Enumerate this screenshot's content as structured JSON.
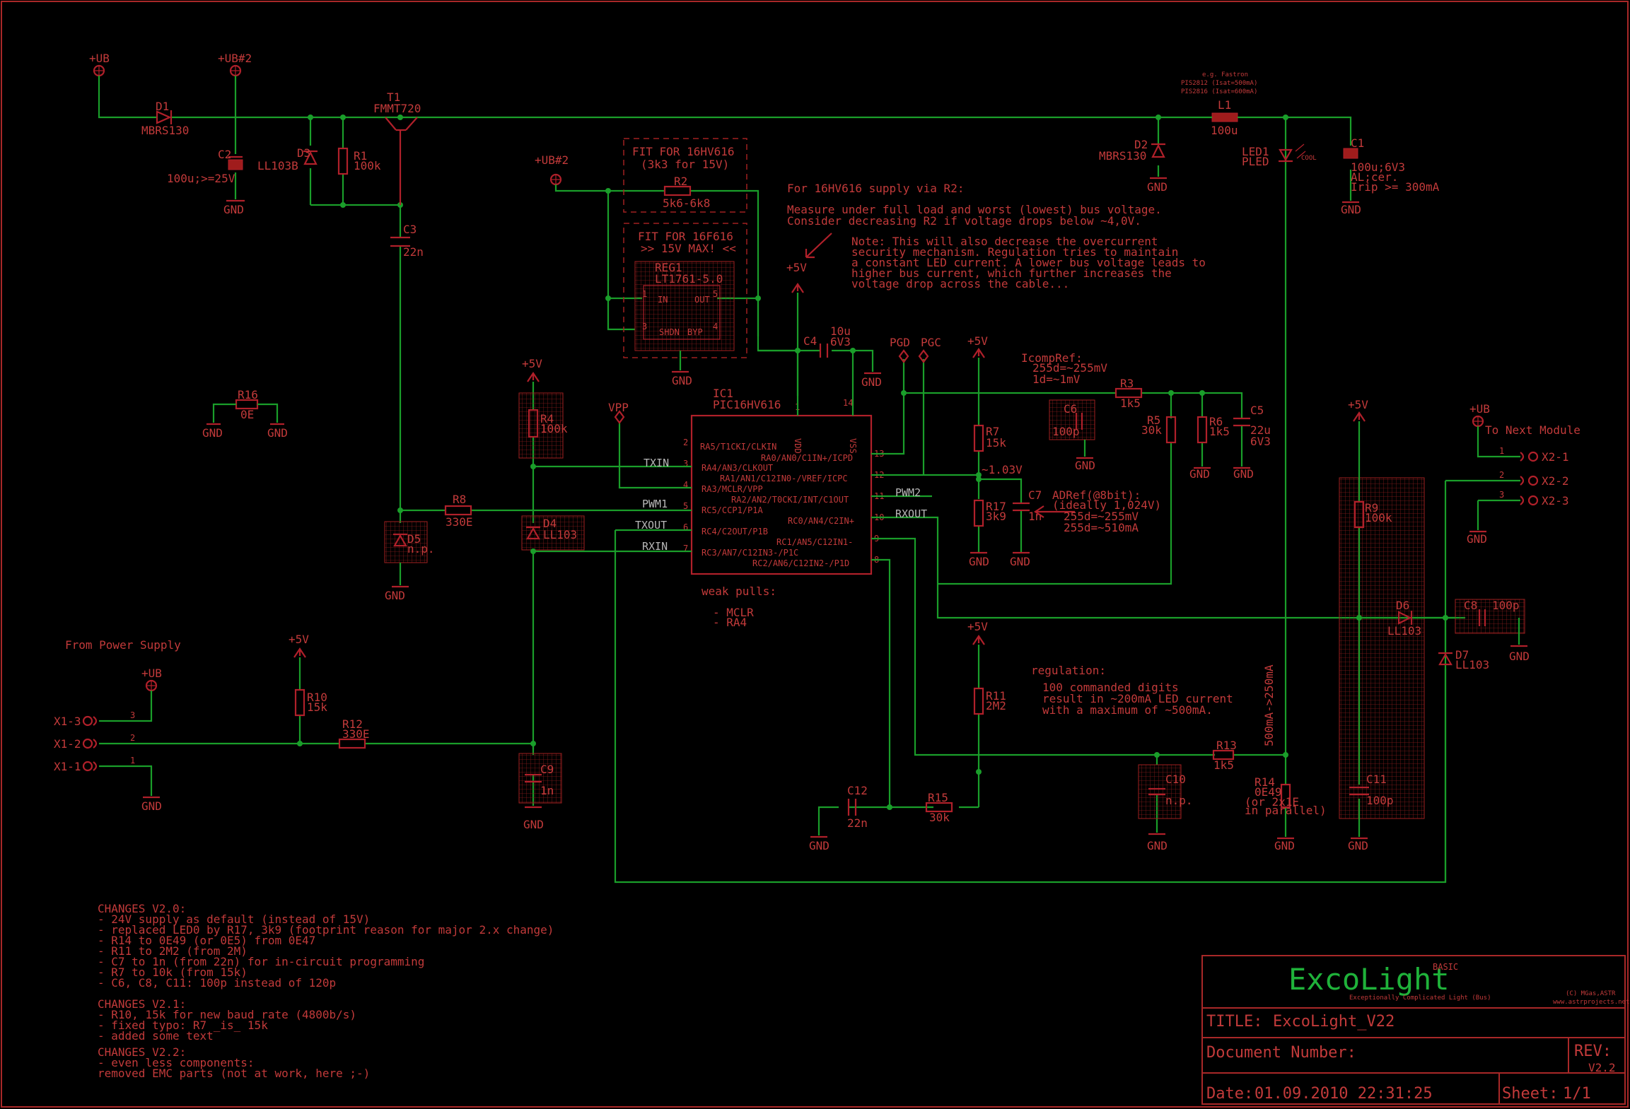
{
  "components": {
    "d1": {
      "name": "D1",
      "value": "MBRS130"
    },
    "c2": {
      "name": "C2",
      "value": "100u;>=25V"
    },
    "d3": {
      "name": "D3",
      "value": "LL103B"
    },
    "r1": {
      "name": "R1",
      "value": "100k"
    },
    "t1": {
      "name": "T1",
      "value": "FMMT720"
    },
    "c3": {
      "name": "C3",
      "value": "22n"
    },
    "r2": {
      "name": "R2",
      "value": "5k6-6k8"
    },
    "reg1": {
      "name": "REG1",
      "value": "LT1761-5.0",
      "pins": [
        "IN",
        "OUT",
        "SHDN",
        "BYP"
      ],
      "pin_numbers": [
        "1",
        "5",
        "3",
        "4"
      ]
    },
    "c4": {
      "name": "C4",
      "value": "10u",
      "value2": "6V3"
    },
    "ic1": {
      "name": "IC1",
      "value": "PIC16HV616",
      "left_pins": [
        {
          "num": "2",
          "label": "RA5/T1CKI/CLKIN"
        },
        {
          "num": "3",
          "label": "RA4/AN3/CLKOUT"
        },
        {
          "num": "4",
          "label": "RA3/MCLR/VPP"
        },
        {
          "num": "5",
          "label": "RC5/CCP1/P1A"
        },
        {
          "num": "6",
          "label": "RC4/C2OUT/P1B"
        },
        {
          "num": "7",
          "label": "RC3/AN7/C12IN3-/P1C"
        }
      ],
      "right_pins": [
        {
          "num": "13",
          "label": "RA0/AN0/C1IN+/ICPD"
        },
        {
          "num": "12",
          "label": "RA1/AN1/C12IN0-/VREF/ICPC"
        },
        {
          "num": "11",
          "label": "RA2/AN2/T0CKI/INT/C1OUT"
        },
        {
          "num": "10",
          "label": "RC0/AN4/C2IN+"
        },
        {
          "num": "9",
          "label": "RC1/AN5/C12IN1-"
        },
        {
          "num": "8",
          "label": "RC2/AN6/C12IN2-/P1D"
        }
      ],
      "vdd": "VDD",
      "vss": "VSS",
      "vdd_pin": "1",
      "vss_pin": "14"
    },
    "r16": {
      "name": "R16",
      "value": "0E"
    },
    "r4": {
      "name": "R4",
      "value": "100k"
    },
    "r8": {
      "name": "R8",
      "value": "330E"
    },
    "d5": {
      "name": "D5",
      "value": "n.p."
    },
    "d4": {
      "name": "D4",
      "value": "LL103"
    },
    "r10": {
      "name": "R10",
      "value": "15k"
    },
    "r12": {
      "name": "R12",
      "value": "330E"
    },
    "c9": {
      "name": "C9",
      "value": "1n"
    },
    "r7": {
      "name": "R7",
      "value": "15k"
    },
    "r17": {
      "name": "R17",
      "value": "3k9"
    },
    "c7": {
      "name": "C7",
      "value": "1n"
    },
    "c6": {
      "name": "C6",
      "value": "100p"
    },
    "r3": {
      "name": "R3",
      "value": "1k5"
    },
    "r5": {
      "name": "R5",
      "value": "30k"
    },
    "r6": {
      "name": "R6",
      "value": "1k5"
    },
    "c5": {
      "name": "C5",
      "value": "22u",
      "value2": "6V3"
    },
    "r11": {
      "name": "R11",
      "value": "2M2"
    },
    "c12": {
      "name": "C12",
      "value": "22n"
    },
    "r15": {
      "name": "R15",
      "value": "30k"
    },
    "c10": {
      "name": "C10",
      "value": "n.p."
    },
    "r13": {
      "name": "R13",
      "value": "1k5"
    },
    "r14": {
      "name": "R14",
      "value": "0E49",
      "note1": "(or 2x1E",
      "note2": "in parallel)"
    },
    "d2": {
      "name": "D2",
      "value": "MBRS130"
    },
    "l1": {
      "name": "L1",
      "value": "100u",
      "note1": "e.g. Fastron",
      "note2": "PIS2812 (Isat=500mA)",
      "note3": "PIS2816 (Isat=600mA)"
    },
    "led1": {
      "name": "LED1",
      "value": "PLED",
      "tag": "COOL"
    },
    "c1": {
      "name": "C1",
      "value": "100u;6V3",
      "note1": "AL;cer.",
      "note2": "Irip >= 300mA"
    },
    "r9": {
      "name": "R9",
      "value": "100k"
    },
    "d6": {
      "name": "D6",
      "value": "LL103"
    },
    "c8": {
      "name": "C8",
      "value": "100p"
    },
    "d7": {
      "name": "D7",
      "value": "LL103"
    },
    "c11": {
      "name": "C11",
      "value": "100p"
    }
  },
  "supplies": {
    "ub": "+UB",
    "ub2": "+UB#2",
    "v5": "+5V",
    "gnd": "GND",
    "vpp": "VPP",
    "pgd": "PGD",
    "pgc": "PGC"
  },
  "nets": {
    "txin": "TXIN",
    "pwm1": "PWM1",
    "txout": "TXOUT",
    "rxin": "RXIN",
    "pwm2": "PWM2",
    "rxout": "RXOUT"
  },
  "connectors": {
    "left": [
      {
        "name": "X1-3",
        "pin": "3"
      },
      {
        "name": "X1-2",
        "pin": "2"
      },
      {
        "name": "X1-1",
        "pin": "1"
      }
    ],
    "right": [
      {
        "name": "X2-1",
        "pin": "1"
      },
      {
        "name": "X2-2",
        "pin": "2"
      },
      {
        "name": "X2-3",
        "pin": "3"
      }
    ]
  },
  "notes": {
    "fit_hv": [
      "FIT FOR 16HV616",
      "(3k3 for 15V)"
    ],
    "fit_f": [
      "FIT FOR 16F616",
      ">> 15V MAX! <<"
    ],
    "supply_note": [
      "For 16HV616 supply via R2:",
      "",
      "Measure under full load and worst (lowest) bus voltage.",
      "Consider decreasing R2 if voltage drops below ~4,0V.",
      "",
      "Note: This will also decrease the overcurrent",
      "security mechanism. Regulation tries to maintain",
      "a constant LED current. A lower bus voltage leads to",
      "higher bus current, which further increases the",
      "voltage drop across the cable..."
    ],
    "icomp": [
      "IcompRef:",
      "255d=~255mV",
      "1d=~1mV"
    ],
    "adref": [
      "ADRef(@8bit):",
      "(ideally 1,024V)",
      "255d=~255mV",
      "255d=~510mA"
    ],
    "v103": "~1.03V",
    "weak": [
      "weak pulls:",
      "- MCLR",
      "- RA4"
    ],
    "from_ps": "From Power Supply",
    "next": "To Next Module",
    "regulation": [
      "regulation:",
      "100 commanded digits",
      "result in ~200mA LED current",
      "with a maximum of ~500mA."
    ],
    "ma_range": "500mA->250mA",
    "changes": [
      "CHANGES V2.0:",
      "  - 24V supply as default (instead of 15V)",
      "  - replaced LED0 by R17, 3k9 (footprint reason for major 2.x change)",
      "  - R14 to 0E49 (or 0E5) from 0E47",
      "  - R11 to 2M2 (from 2M)",
      "  - C7 to 1n (from 22n) for in-circuit programming",
      "  - R7 to 10k (from 15k)",
      "  - C6, C8, C11: 100p instead of 120p",
      "",
      "CHANGES V2.1:",
      "  - R10, 15k for new baud rate (4800b/s)",
      "  - fixed typo: R7 _is_ 15k",
      "  - added some text",
      "",
      "CHANGES V2.2:",
      "  - even less components:",
      "    removed EMC parts (not at work, here ;-)"
    ]
  },
  "title_block": {
    "logo": "ExcoLight",
    "logo_sup": "BASIC",
    "tagline": "Exceptionally   Complicated Light (Bus)",
    "copy1": "(C) MGas,ASTR",
    "copy2": "www.astrprojects.net",
    "title_label": "TITLE:",
    "title": "ExcoLight_V22",
    "doc_label": "Document Number:",
    "rev_label": "REV:",
    "rev": "V2.2",
    "date_label": "Date:",
    "date": "01.09.2010 22:31:25",
    "sheet_label": "Sheet:",
    "sheet": "1/1"
  }
}
